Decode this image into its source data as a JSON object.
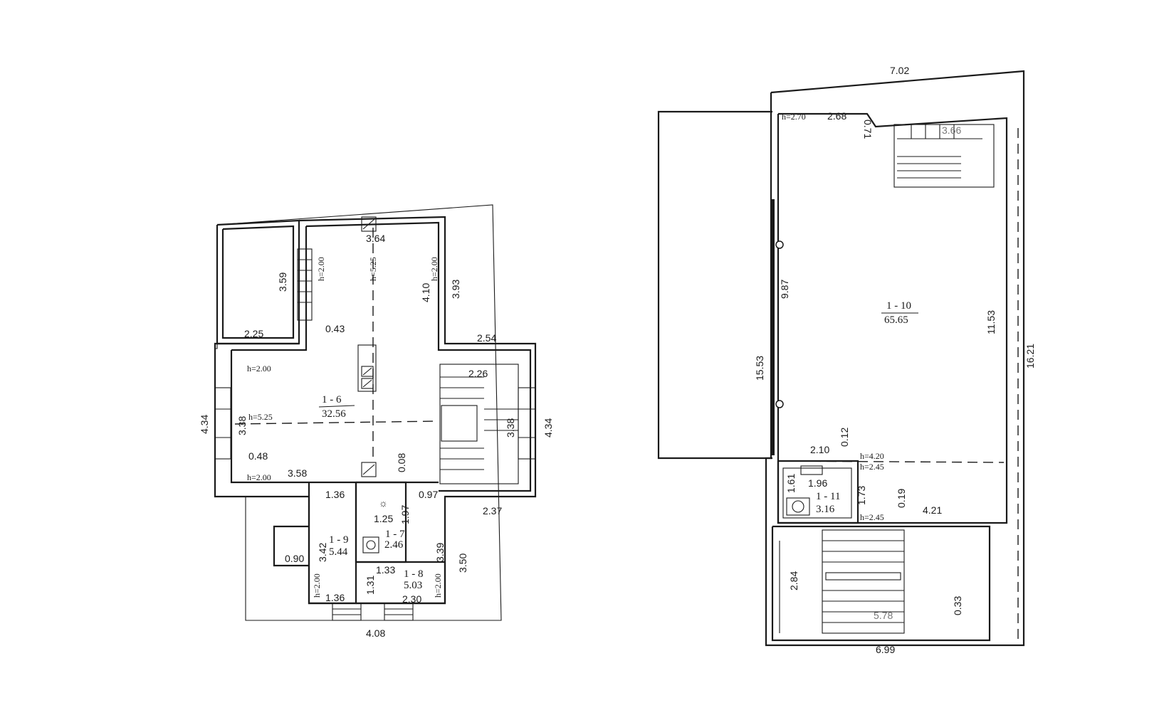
{
  "left_plan": {
    "rooms": [
      {
        "id": "1 - 6",
        "area": "32.56"
      },
      {
        "id": "1 - 7",
        "area": "2.46"
      },
      {
        "id": "1 - 8",
        "area": "5.03"
      },
      {
        "id": "1 - 9",
        "area": "5.44"
      }
    ],
    "dimensions": {
      "d364": "3.64",
      "d359": "3.59",
      "d225": "2.25",
      "d043": "0.43",
      "d410": "4.10",
      "d393": "3.93",
      "d254": "2.54",
      "d226": "2.26",
      "d434l": "4.34",
      "d338l": "3.38",
      "d338r": "3.38",
      "d434r": "4.34",
      "d048": "0.48",
      "d358": "3.58",
      "d008": "0.08",
      "d136t": "1.36",
      "d097": "0.97",
      "d125": "1.25",
      "d197": "1.97",
      "d237": "2.37",
      "d342": "3.42",
      "d339": "3.39",
      "d350": "3.50",
      "d090": "0.90",
      "d131": "1.31",
      "d133": "1.33",
      "d136b": "1.36",
      "d230": "2.30",
      "d408": "4.08"
    },
    "heights": {
      "h200a": "h=2.00",
      "h525a": "h=5.25",
      "h200b": "h=2.00",
      "h200c": "h=2.00",
      "h525b": "h=5.25",
      "h200d": "h=2.00",
      "h200e": "h=2.00",
      "h200f": "h=2.00"
    }
  },
  "right_plan": {
    "rooms": [
      {
        "id": "1 - 10",
        "area": "65.65"
      },
      {
        "id": "1 - 11",
        "area": "3.16"
      }
    ],
    "dimensions": {
      "d702": "7.02",
      "d268": "2.68",
      "d071": "0.71",
      "d366": "3.66",
      "d987": "9.87",
      "d1553": "15.53",
      "d1153": "11.53",
      "d1621": "16.21",
      "d012": "0.12",
      "d210": "2.10",
      "d196": "1.96",
      "d161": "1.61",
      "d173": "1.73",
      "d019": "0.19",
      "d421": "4.21",
      "d284": "2.84",
      "d578": "5.78",
      "d033": "0.33",
      "d699": "6.99"
    },
    "heights": {
      "h270": "h=2.70",
      "h420": "h=4.20",
      "h245a": "h=2.45",
      "h245b": "h=2.45"
    }
  }
}
